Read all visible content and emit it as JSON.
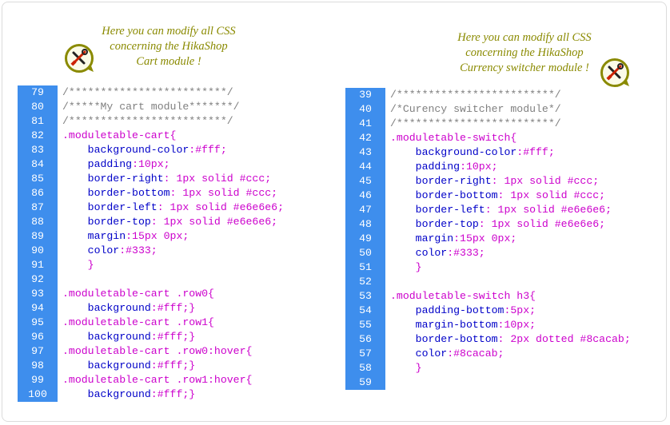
{
  "notes": {
    "left": "Here you can modify all CSS\nconcerning the HikaShop\nCart module !",
    "right": "Here you can modify all CSS\nconcerning the HikaShop\nCurrency switcher module !"
  },
  "icons": {
    "tool": "tools-icon",
    "color_ring": "#8a8a00",
    "gutter": "#3e8eed"
  },
  "left_panel": {
    "lines": [
      {
        "n": "79",
        "type": "comment",
        "text": "/*************************/"
      },
      {
        "n": "80",
        "type": "comment",
        "text": "/*****My cart module*******/"
      },
      {
        "n": "81",
        "type": "comment",
        "text": "/*************************/"
      },
      {
        "n": "82",
        "type": "selector",
        "text": ".moduletable-cart{"
      },
      {
        "n": "83",
        "type": "prop",
        "prop": "    background-color",
        "val": ":#fff;"
      },
      {
        "n": "84",
        "type": "prop",
        "prop": "    padding",
        "val": ":10px;"
      },
      {
        "n": "85",
        "type": "prop",
        "prop": "    border-right",
        "val": ": 1px solid #ccc;"
      },
      {
        "n": "86",
        "type": "prop",
        "prop": "    border-bottom",
        "val": ": 1px solid #ccc;"
      },
      {
        "n": "87",
        "type": "prop",
        "prop": "    border-left",
        "val": ": 1px solid #e6e6e6;"
      },
      {
        "n": "88",
        "type": "prop",
        "prop": "    border-top",
        "val": ": 1px solid #e6e6e6;"
      },
      {
        "n": "89",
        "type": "prop",
        "prop": "    margin",
        "val": ":15px 0px;"
      },
      {
        "n": "90",
        "type": "prop",
        "prop": "    color",
        "val": ":#333;"
      },
      {
        "n": "91",
        "type": "selector",
        "text": "    }"
      },
      {
        "n": "92",
        "type": "blank",
        "text": ""
      },
      {
        "n": "93",
        "type": "selector",
        "text": ".moduletable-cart .row0{"
      },
      {
        "n": "94",
        "type": "prop",
        "prop": "    background",
        "val": ":#fff;}"
      },
      {
        "n": "95",
        "type": "selector",
        "text": ".moduletable-cart .row1{"
      },
      {
        "n": "96",
        "type": "prop",
        "prop": "    background",
        "val": ":#fff;}"
      },
      {
        "n": "97",
        "type": "selector",
        "text": ".moduletable-cart .row0:hover{"
      },
      {
        "n": "98",
        "type": "prop",
        "prop": "    background",
        "val": ":#fff;}"
      },
      {
        "n": "99",
        "type": "selector",
        "text": ".moduletable-cart .row1:hover{"
      },
      {
        "n": "100",
        "type": "prop",
        "prop": "    background",
        "val": ":#fff;}"
      }
    ]
  },
  "right_panel": {
    "lines": [
      {
        "n": "39",
        "type": "comment",
        "text": "/*************************/"
      },
      {
        "n": "40",
        "type": "comment",
        "text": "/*Curency switcher module*/"
      },
      {
        "n": "41",
        "type": "comment",
        "text": "/*************************/"
      },
      {
        "n": "42",
        "type": "selector",
        "text": ".moduletable-switch{"
      },
      {
        "n": "43",
        "type": "prop",
        "prop": "    background-color",
        "val": ":#fff;"
      },
      {
        "n": "44",
        "type": "prop",
        "prop": "    padding",
        "val": ":10px;"
      },
      {
        "n": "45",
        "type": "prop",
        "prop": "    border-right",
        "val": ": 1px solid #ccc;"
      },
      {
        "n": "46",
        "type": "prop",
        "prop": "    border-bottom",
        "val": ": 1px solid #ccc;"
      },
      {
        "n": "47",
        "type": "prop",
        "prop": "    border-left",
        "val": ": 1px solid #e6e6e6;"
      },
      {
        "n": "48",
        "type": "prop",
        "prop": "    border-top",
        "val": ": 1px solid #e6e6e6;"
      },
      {
        "n": "49",
        "type": "prop",
        "prop": "    margin",
        "val": ":15px 0px;"
      },
      {
        "n": "50",
        "type": "prop",
        "prop": "    color",
        "val": ":#333;"
      },
      {
        "n": "51",
        "type": "selector",
        "text": "    }"
      },
      {
        "n": "52",
        "type": "blank",
        "text": ""
      },
      {
        "n": "53",
        "type": "selector",
        "text": ".moduletable-switch h3{"
      },
      {
        "n": "54",
        "type": "prop",
        "prop": "    padding-bottom",
        "val": ":5px;"
      },
      {
        "n": "55",
        "type": "prop",
        "prop": "    margin-bottom",
        "val": ":10px;"
      },
      {
        "n": "56",
        "type": "prop",
        "prop": "    border-bottom",
        "val": ": 2px dotted #8cacab;"
      },
      {
        "n": "57",
        "type": "prop",
        "prop": "    color",
        "val": ":#8cacab;"
      },
      {
        "n": "58",
        "type": "selector",
        "text": "    }"
      },
      {
        "n": "59",
        "type": "blank",
        "text": ""
      }
    ]
  }
}
